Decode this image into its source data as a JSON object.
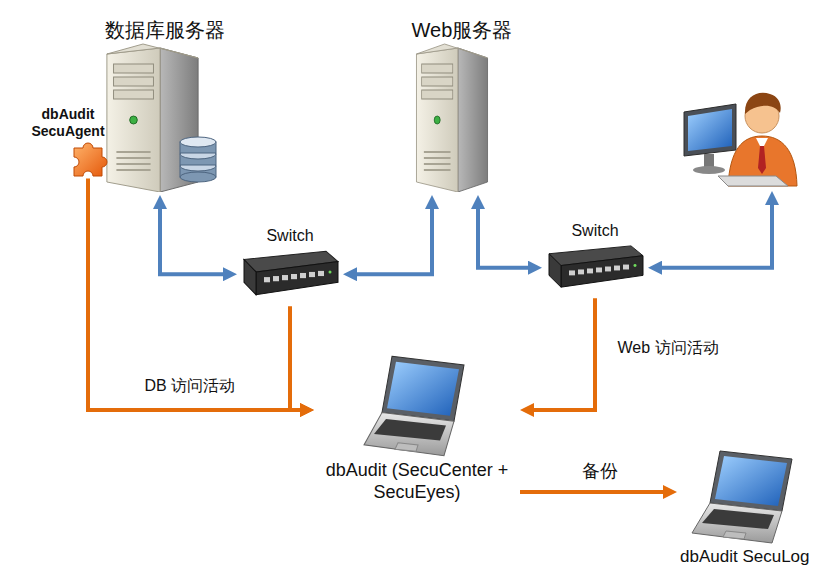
{
  "diagram": {
    "nodes": [
      {
        "text": [
          "数据库服务器"
        ]
      },
      {
        "text": [
          "dbAudit SecuAgent"
        ]
      },
      {
        "text": [
          "Switch"
        ]
      },
      {
        "text": [
          "Web服务器"
        ]
      },
      {
        "text": [
          "Switch"
        ]
      },
      {
        "text": []
      },
      {
        "text": [
          "dbAudit (SecuCenter + SecuEyes)"
        ]
      },
      {
        "text": [
          "dbAudit SecuLog"
        ]
      }
    ],
    "edges": [
      {
        "from": 0,
        "to": 2,
        "arrow": "both"
      },
      {
        "from": 2,
        "to": 3,
        "arrow": "both"
      },
      {
        "from": 3,
        "to": 4,
        "arrow": "both"
      },
      {
        "from": 4,
        "to": 5,
        "arrow": "both"
      },
      {
        "from": 1,
        "to": 6,
        "label": "DB 访问活动",
        "arrow": "to"
      },
      {
        "from": 2,
        "to": 6,
        "arrow": "to"
      },
      {
        "from": 4,
        "to": 6,
        "label": "Web 访问活动",
        "arrow": "to"
      },
      {
        "from": 6,
        "to": 7,
        "label": "备份",
        "arrow": "to"
      }
    ]
  }
}
